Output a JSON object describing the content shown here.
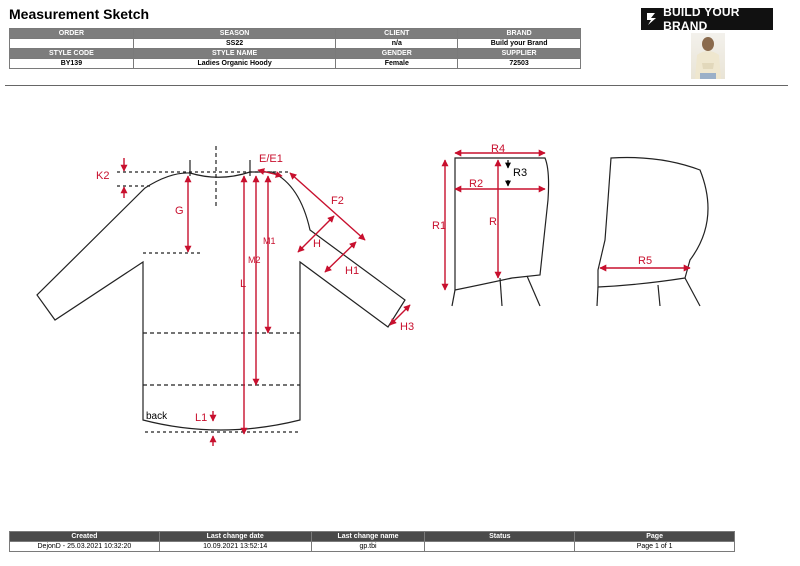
{
  "header": {
    "title": "Measurement Sketch",
    "brand_logo_text": "BUILD YOUR BRAND"
  },
  "info_table": {
    "row1_headers": [
      "ORDER",
      "SEASON",
      "CLIENT",
      "BRAND"
    ],
    "row1_values": [
      "",
      "SS22",
      "n/a",
      "Build your Brand"
    ],
    "row2_headers": [
      "STYLE CODE",
      "STYLE NAME",
      "GENDER",
      "SUPPLIER"
    ],
    "row2_values": [
      "BY139",
      "Ladies Organic Hoody",
      "Female",
      "72503"
    ]
  },
  "sketch_labels": {
    "e_e1": "E/E1",
    "k2": "K2",
    "g": "G",
    "f2": "F2",
    "m1": "M1",
    "m2": "M2",
    "h": "H",
    "h1": "H1",
    "h3": "H3",
    "l": "L",
    "l1": "L1",
    "back": "back",
    "r": "R",
    "r1": "R1",
    "r2": "R2",
    "r3": "R3",
    "r4": "R4",
    "r5": "R5"
  },
  "footer": {
    "headers": [
      "Created",
      "Last change date",
      "Last change name",
      "Status",
      "Page"
    ],
    "values": [
      "DejonD - 25.03.2021 10:32:20",
      "10.09.2021 13:52:14",
      "gp.tbi",
      "",
      "Page 1 of 1"
    ]
  },
  "colors": {
    "annotation": "#c8102e",
    "header_gray": "#7d7d7d",
    "footer_header": "#4a4a4a"
  }
}
